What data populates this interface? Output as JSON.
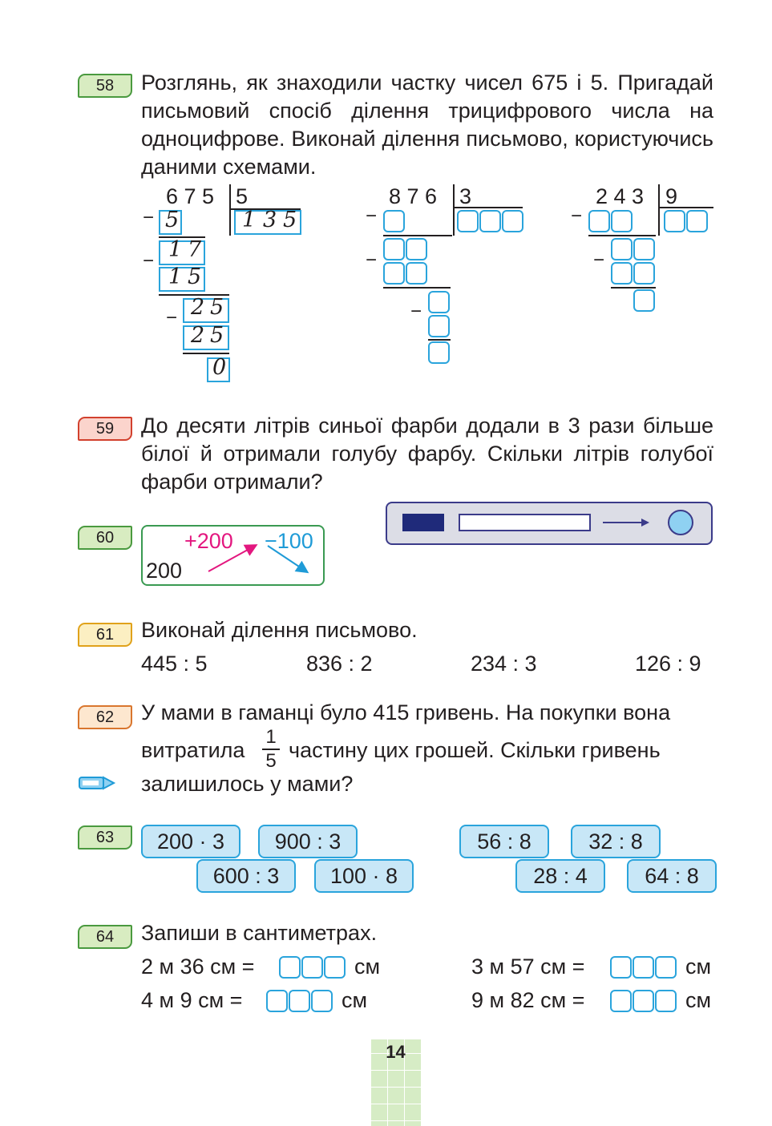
{
  "colors": {
    "accent_blue": "#2aa4dc",
    "pill_fill": "#c8e7f7",
    "paint_blue": "#1f2a7a",
    "paint_light": "#8fd1f2"
  },
  "t58": {
    "badge": "58",
    "text": "Розглянь, як знаходили частку чисел 675 і 5. Пригадай письмовий спосіб ділення трицифрового числа на одноцифрове. Виконай ділення письмово, користуючись даними схемами.",
    "ex1": {
      "dividend": "6 7 5",
      "divisor": "5",
      "q1": "1",
      "q2": "3",
      "q3": "5",
      "r1": "5",
      "r2a": "1",
      "r2b": "7",
      "r3a": "1",
      "r3b": "5",
      "r4a": "2",
      "r4b": "5",
      "r5a": "2",
      "r5b": "5",
      "r6": "0"
    },
    "ex2": {
      "dividend": "8 7 6",
      "divisor": "3"
    },
    "ex3": {
      "dividend": "2 4 3",
      "divisor": "9"
    }
  },
  "t59": {
    "badge": "59",
    "text": "До десяти літрів синьої фарби додали в 3 рази більше білої й отримали голубу фарбу. Скільки літрів голубої фарби отримали?"
  },
  "t60": {
    "badge": "60",
    "start": "200",
    "op1": "+200",
    "op2": "−100"
  },
  "t61": {
    "badge": "61",
    "text": "Виконай ділення письмово.",
    "exprs": [
      "445 : 5",
      "836 : 2",
      "234 : 3",
      "126 : 9"
    ]
  },
  "t62": {
    "badge": "62",
    "line1": "У мами в гаманці було 415 гривень. На покупки вона",
    "line2a": "витратила",
    "frac_num": "1",
    "frac_den": "5",
    "line2b": "частину цих грошей. Скільки гривень",
    "line3": "залишилось у мами?",
    "icon": "pencil-icon"
  },
  "t63": {
    "badge": "63",
    "pills": [
      "200 · 3",
      "900 : 3",
      "600 : 3",
      "100 · 8",
      "56 : 8",
      "32 : 8",
      "28 : 4",
      "64 : 8"
    ]
  },
  "t64": {
    "badge": "64",
    "text": "Запиши в сантиметрах.",
    "rows": [
      {
        "expr": "2 м 36 см =",
        "unit": "см"
      },
      {
        "expr": "3 м 57 см =",
        "unit": "см"
      },
      {
        "expr": "4 м 9 см =",
        "unit": "см"
      },
      {
        "expr": "9 м 82 см =",
        "unit": "см"
      }
    ]
  },
  "page_number": "14"
}
